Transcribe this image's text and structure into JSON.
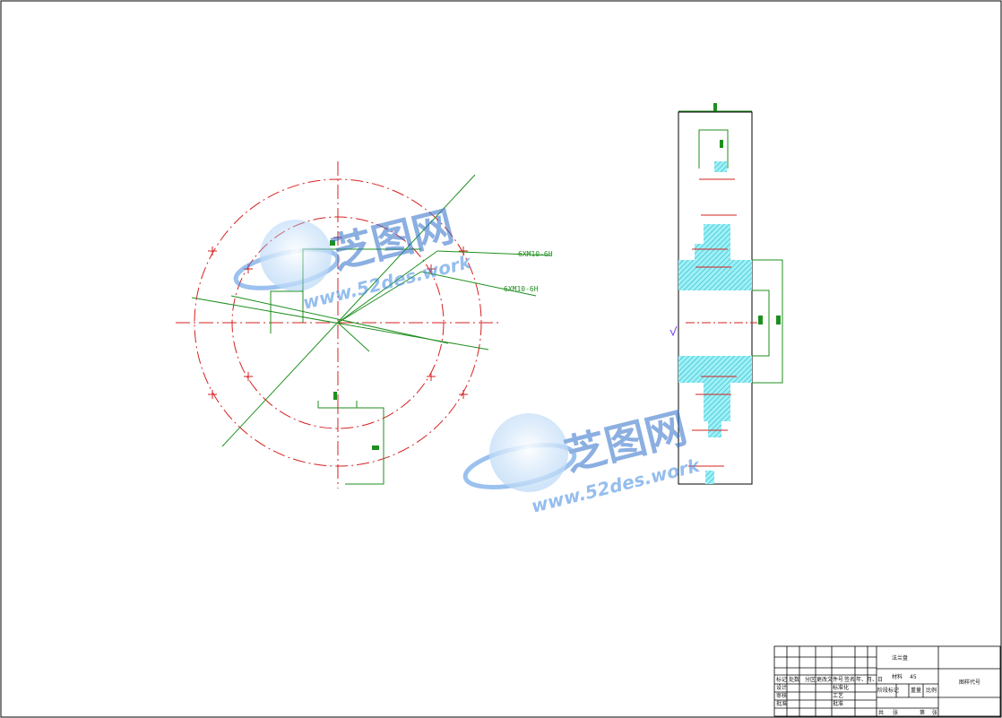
{
  "watermark": {
    "brand": "芝图网",
    "url": "www.52des.work"
  },
  "front_view": {
    "thread_callout_1": "6XM10-6H",
    "thread_callout_2": "6XM10-6H"
  },
  "title_block": {
    "part_name": "法兰盘",
    "material_label": "材料",
    "material": "45",
    "row_labels": [
      "标记",
      "处数",
      "分区",
      "更改文件号",
      "签名",
      "年、月、日"
    ],
    "design": "设计",
    "standard": "标准化",
    "check": "审核",
    "process": "工艺",
    "approve": "批准",
    "stage_label": "阶段标记",
    "weight": "重量",
    "scale": "比例",
    "sheet_total": "共",
    "sheet_unit": "张",
    "sheet_no": "第",
    "sheet_unit2": "张",
    "drawing_no": "图样代号"
  },
  "colors": {
    "centerline": "#d62020",
    "dimension": "#1f8f1f",
    "hatch": "#33c8d8",
    "border": "#000000",
    "watermark": "#2f6fc9"
  }
}
